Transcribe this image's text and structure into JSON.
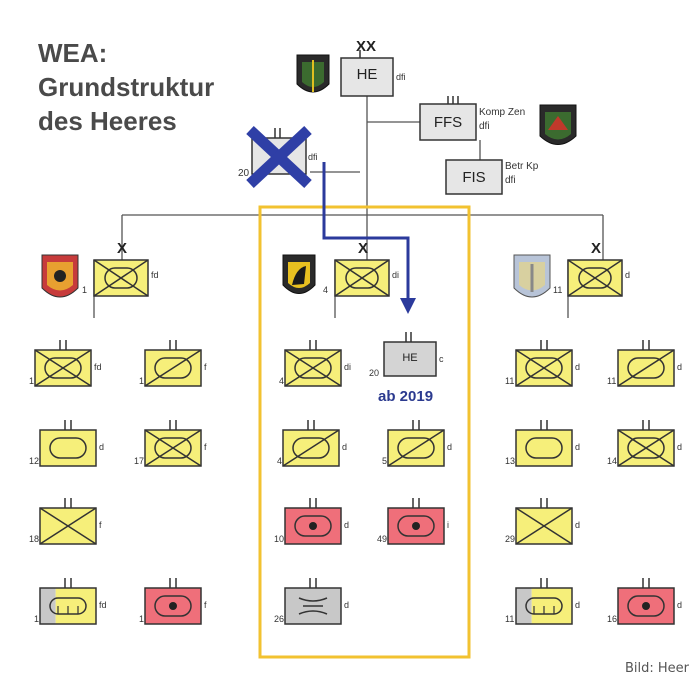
{
  "title": {
    "line1": "WEA:",
    "line2": "Grundstruktur",
    "line3": "des Heeres"
  },
  "hq": {
    "echelon": "XX",
    "text": "HE",
    "suffix": "dfi"
  },
  "ffs": {
    "text": "FFS",
    "label1": "Komp  Zen",
    "label2": "dfi"
  },
  "fis": {
    "text": "FIS",
    "label1": "Betr Kp",
    "label2": "dfi"
  },
  "crossed_unit": {
    "number": "20",
    "suffix": "dfi"
  },
  "brigades": [
    {
      "echelon": "X",
      "number": "1",
      "suffix": "fd"
    },
    {
      "echelon": "X",
      "number": "4",
      "suffix": "di"
    },
    {
      "echelon": "X",
      "number": "11",
      "suffix": "d"
    }
  ],
  "new_unit": {
    "text": "HE",
    "number": "20",
    "suffix": "c",
    "note": "ab 2019"
  },
  "units_left": [
    {
      "number": "1",
      "suffix": "fd"
    },
    {
      "number": "1",
      "suffix": "f"
    },
    {
      "number": "12",
      "suffix": "d"
    },
    {
      "number": "17",
      "suffix": "f"
    },
    {
      "number": "18",
      "suffix": "f"
    },
    {
      "number": "1",
      "suffix": "fd"
    },
    {
      "number": "1",
      "suffix": "f"
    }
  ],
  "units_mid": [
    {
      "number": "4",
      "suffix": "di"
    },
    {
      "number": "4",
      "suffix": "d"
    },
    {
      "number": "5",
      "suffix": "d"
    },
    {
      "number": "10",
      "suffix": "d"
    },
    {
      "number": "49",
      "suffix": "i"
    },
    {
      "number": "26",
      "suffix": "d"
    }
  ],
  "units_right": [
    {
      "number": "11",
      "suffix": "d"
    },
    {
      "number": "11",
      "suffix": "d"
    },
    {
      "number": "13",
      "suffix": "d"
    },
    {
      "number": "14",
      "suffix": "d"
    },
    {
      "number": "29",
      "suffix": "d"
    },
    {
      "number": "11",
      "suffix": "d"
    },
    {
      "number": "16",
      "suffix": "d"
    }
  ],
  "credit": "Bild: Heer",
  "colors": {
    "yellow": "#f6ef7a",
    "red": "#ef6f7a",
    "grey": "#c8c8c8",
    "frame": "#f2c230",
    "arrow": "#2b3a9c",
    "cross": "#2f3fa6"
  }
}
